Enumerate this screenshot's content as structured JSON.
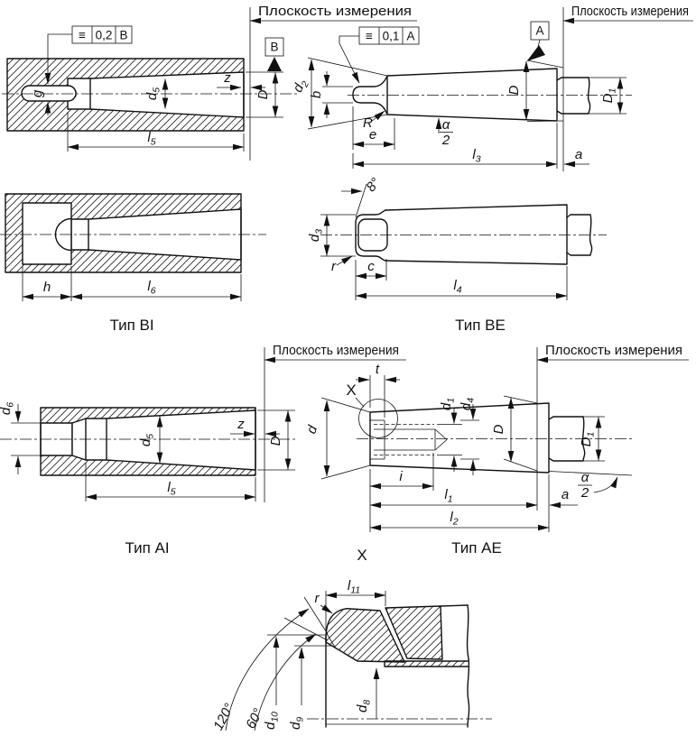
{
  "plane_label": "Плоскость измерения",
  "captions": {
    "bi": "Тип BI",
    "be": "Тип BE",
    "ai": "Тип AI",
    "ae": "Тип AE"
  },
  "detail_title": "X",
  "frames": {
    "left": {
      "symbol": "≡",
      "value": "0,2",
      "datum": "B"
    },
    "right": {
      "symbol": "≡",
      "value": "0,1",
      "datum": "A"
    }
  },
  "datums": {
    "left": "B",
    "right": "A"
  },
  "labels": {
    "g": "g",
    "z": "z",
    "D": "D",
    "h": "h",
    "R": "R",
    "e": "e",
    "c": "c",
    "r": "r",
    "t": "t",
    "d": "d",
    "i": "i",
    "a": "a",
    "b": "b",
    "x": "X",
    "alpha": "α",
    "two": "2",
    "deg8": "8°",
    "deg60": "60°",
    "deg120": "120°",
    "d1": {
      "base": "d",
      "sub": "1"
    },
    "d2": {
      "base": "d",
      "sub": "2"
    },
    "d3": {
      "base": "d",
      "sub": "3"
    },
    "d4": {
      "base": "d",
      "sub": "4"
    },
    "d5": {
      "base": "d",
      "sub": "5"
    },
    "d6": {
      "base": "d",
      "sub": "6"
    },
    "d8": {
      "base": "d",
      "sub": "8"
    },
    "d9": {
      "base": "d",
      "sub": "9"
    },
    "d10": {
      "base": "d",
      "sub": "10"
    },
    "D1": {
      "base": "D",
      "sub": "1"
    },
    "l1": {
      "base": "l",
      "sub": "1"
    },
    "l2": {
      "base": "l",
      "sub": "2"
    },
    "l3": {
      "base": "l",
      "sub": "3"
    },
    "l4": {
      "base": "l",
      "sub": "4"
    },
    "l5": {
      "base": "l",
      "sub": "5"
    },
    "l6": {
      "base": "l",
      "sub": "6"
    },
    "l11": {
      "base": "l",
      "sub": "11"
    }
  }
}
